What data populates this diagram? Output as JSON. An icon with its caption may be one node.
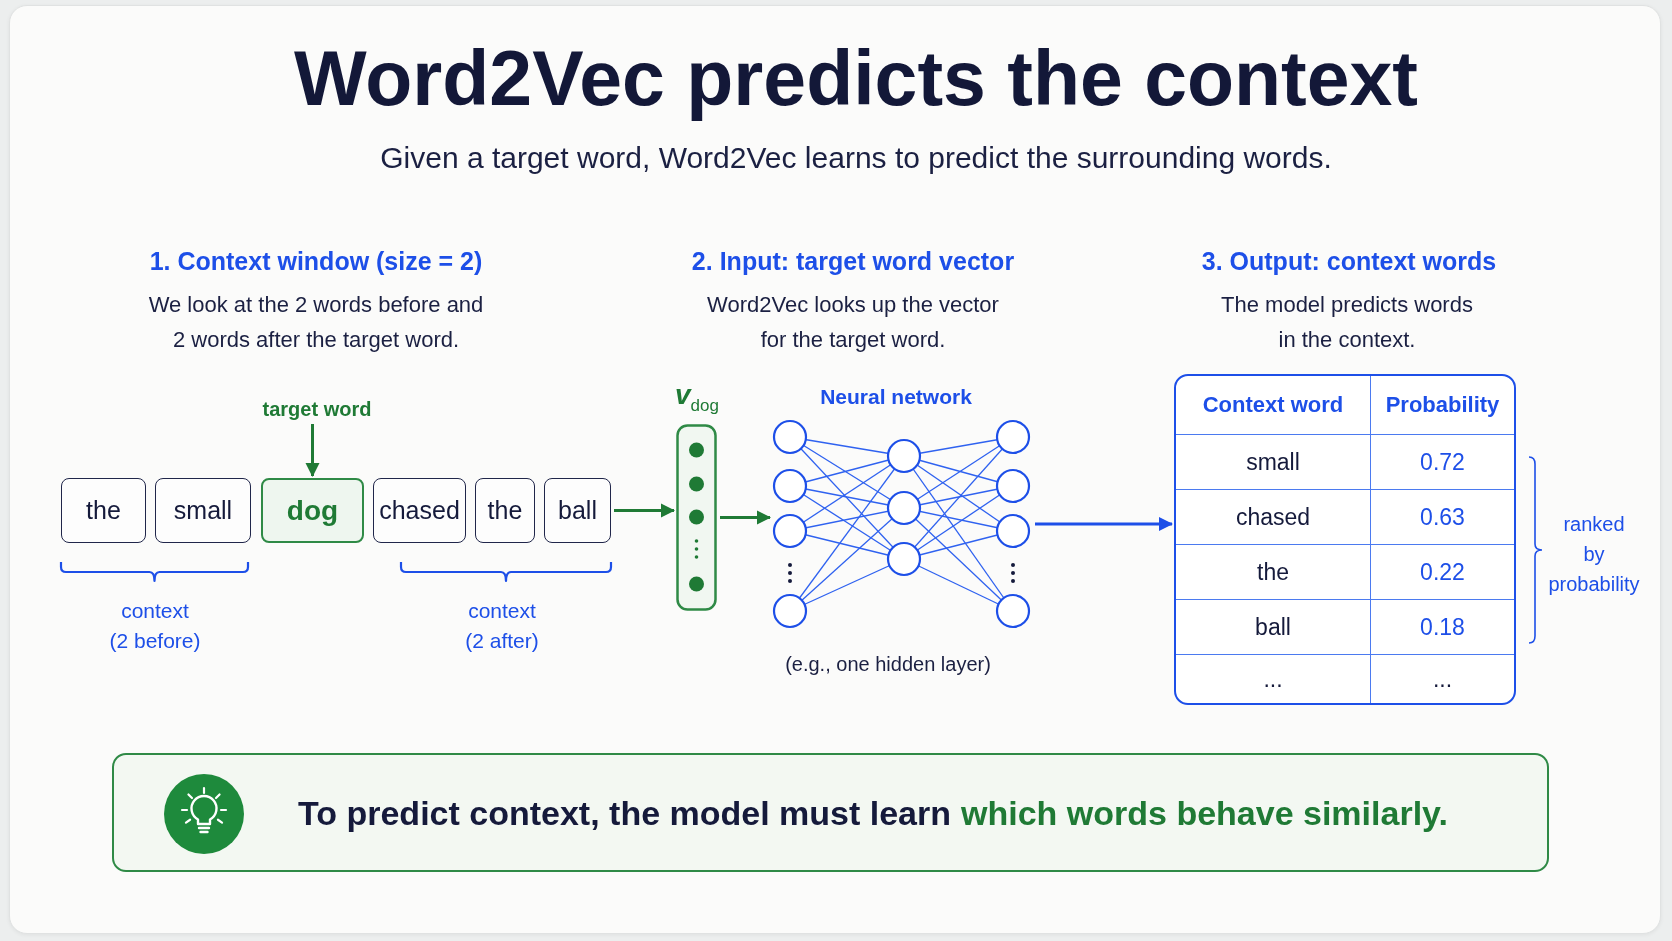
{
  "diagram": {
    "title": "Word2Vec predicts the context",
    "nodes": [
      {
        "text": [
          "the"
        ]
      },
      {
        "text": [
          "small"
        ]
      },
      {
        "text": [
          "dog"
        ]
      },
      {
        "text": [
          "chased"
        ]
      },
      {
        "text": [
          "the"
        ]
      },
      {
        "text": [
          "ball"
        ]
      },
      {
        "text": [
          "target word"
        ]
      },
      {
        "text": [
          "v$_{dog}$"
        ]
      },
      {
        "text": [
          "Neural network"
        ],
        "beside": [
          "(e.g., one hidden layer)"
        ]
      },
      {
        "text": [
          "Context word",
          "Probability",
          "small",
          "0.72",
          "chased",
          "0.63",
          "the",
          "0.22",
          "ball",
          "0.18",
          "...",
          "..."
        ],
        "beside": [
          "ranked by probability"
        ]
      },
      {
        "text": [
          "To predict context, the model must learn",
          "which words behave similarly."
        ]
      }
    ],
    "edges": [
      {
        "from": 6,
        "to": 2,
        "arrow": "to"
      },
      {
        "from": 5,
        "to": 7,
        "arrow": "to"
      },
      {
        "from": 7,
        "to": 8,
        "arrow": "to"
      },
      {
        "from": 8,
        "to": 9,
        "arrow": "to",
        "color": "#1d4fe8"
      }
    ],
    "labels": [
      "Given a target word, Word2Vec learns to predict the surrounding words.",
      "1. Context window (size = 2)",
      "2. Input: target word vector",
      "3. Output: context words",
      "We look at the 2 words before and 2 words after the target word.",
      "Word2Vec looks up the vector for the target word.",
      "The model predicts words in the context.",
      "context (2 before)",
      "context (2 after)"
    ]
  }
}
